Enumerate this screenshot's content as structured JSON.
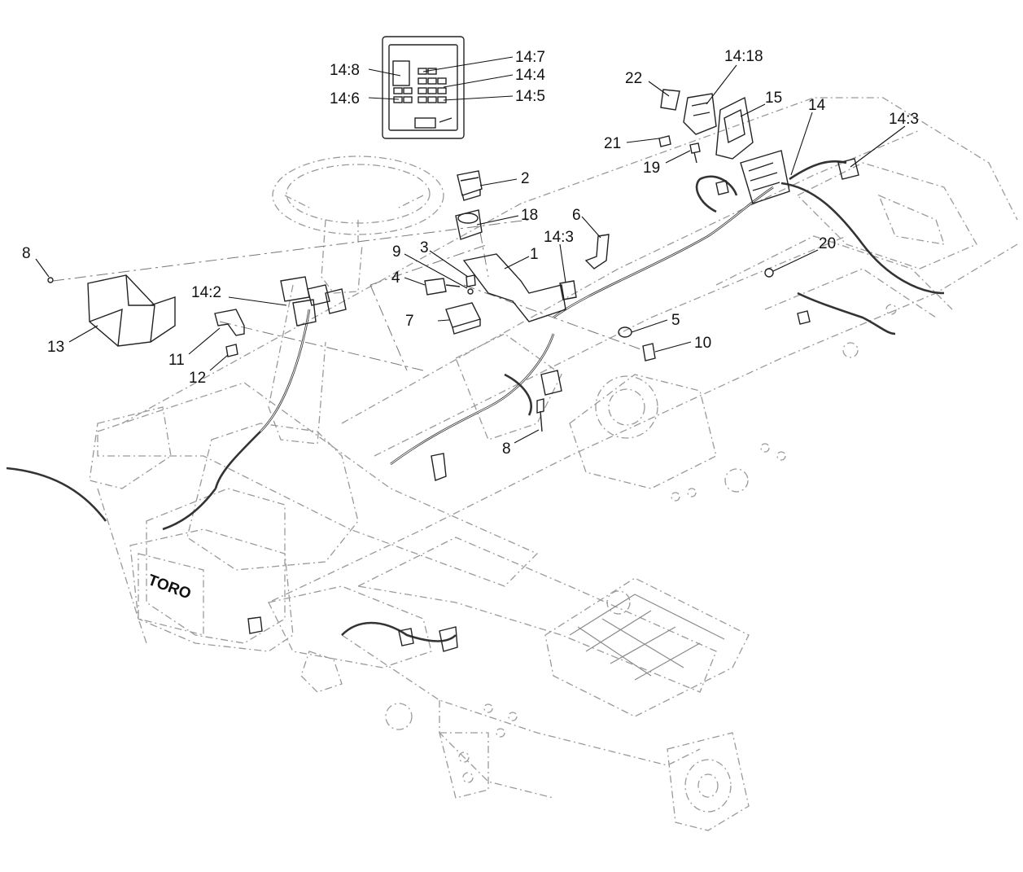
{
  "diagram": {
    "callouts": [
      {
        "id": "14:8",
        "text": "14:8"
      },
      {
        "id": "14:7",
        "text": "14:7"
      },
      {
        "id": "14:4",
        "text": "14:4"
      },
      {
        "id": "14:6",
        "text": "14:6"
      },
      {
        "id": "14:5",
        "text": "14:5"
      },
      {
        "id": "14:18",
        "text": "14:18"
      },
      {
        "id": "22",
        "text": "22"
      },
      {
        "id": "15",
        "text": "15"
      },
      {
        "id": "14",
        "text": "14"
      },
      {
        "id": "14:3a",
        "text": "14:3"
      },
      {
        "id": "21",
        "text": "21"
      },
      {
        "id": "19",
        "text": "19"
      },
      {
        "id": "2",
        "text": "2"
      },
      {
        "id": "18",
        "text": "18"
      },
      {
        "id": "6",
        "text": "6"
      },
      {
        "id": "14:3b",
        "text": "14:3"
      },
      {
        "id": "20",
        "text": "20"
      },
      {
        "id": "8a",
        "text": "8"
      },
      {
        "id": "9",
        "text": "9"
      },
      {
        "id": "3",
        "text": "3"
      },
      {
        "id": "1",
        "text": "1"
      },
      {
        "id": "4",
        "text": "4"
      },
      {
        "id": "14:2",
        "text": "14:2"
      },
      {
        "id": "7",
        "text": "7"
      },
      {
        "id": "5",
        "text": "5"
      },
      {
        "id": "10",
        "text": "10"
      },
      {
        "id": "13",
        "text": "13"
      },
      {
        "id": "11",
        "text": "11"
      },
      {
        "id": "12",
        "text": "12"
      },
      {
        "id": "8b",
        "text": "8"
      }
    ],
    "logo_text": "TORO"
  }
}
